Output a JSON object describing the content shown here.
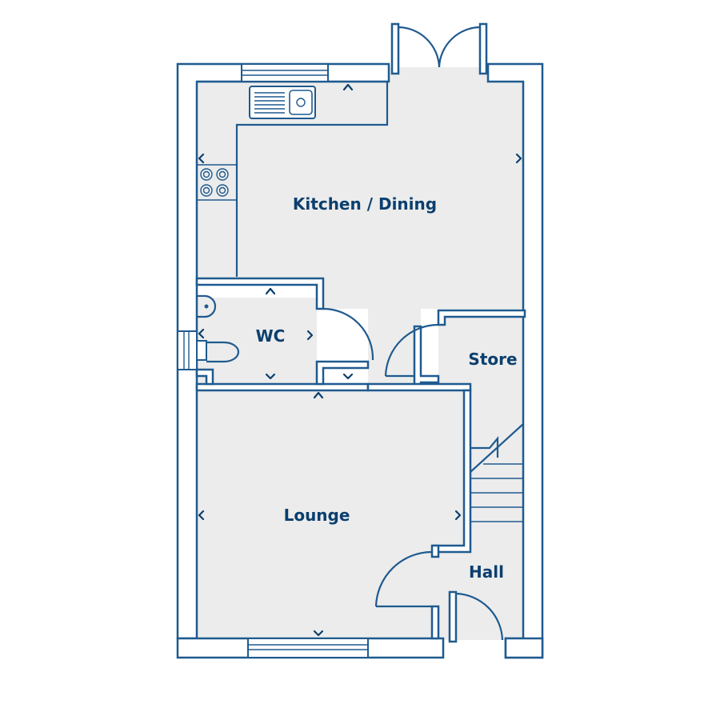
{
  "rooms": {
    "kitchen": "Kitchen / Dining",
    "wc": "WC",
    "store": "Store",
    "lounge": "Lounge",
    "hall": "Hall"
  },
  "colors": {
    "line": "#1f5a8f",
    "text": "#0b3f6e",
    "floor": "#ececec"
  }
}
